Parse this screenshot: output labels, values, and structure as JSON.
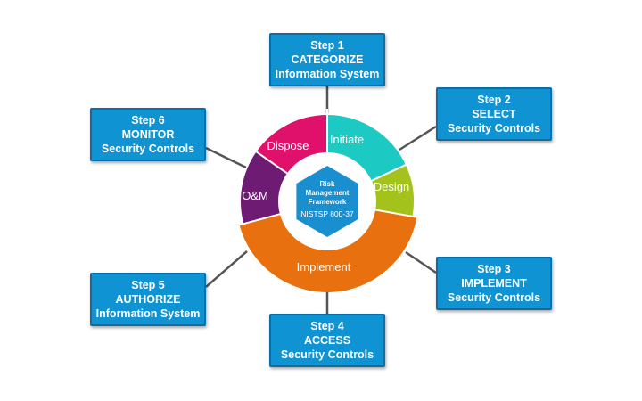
{
  "center": {
    "line1": "Risk",
    "line2": "Management",
    "line3": "Framework",
    "line4": "NISTSP 800-37"
  },
  "ring": [
    {
      "label": "Initiate",
      "color": "#1cc9c3"
    },
    {
      "label": "Design",
      "color": "#a3c21c"
    },
    {
      "label": "Implement",
      "color": "#e8700f"
    },
    {
      "label": "O&M",
      "color": "#6e1b73"
    },
    {
      "label": "Dispose",
      "color": "#e0116b"
    }
  ],
  "steps": [
    {
      "step": "Step 1",
      "action": "CATEGORIZE",
      "object": "Information System"
    },
    {
      "step": "Step 2",
      "action": "SELECT",
      "object": "Security Controls"
    },
    {
      "step": "Step 3",
      "action": "IMPLEMENT",
      "object": "Security Controls"
    },
    {
      "step": "Step 4",
      "action": "ACCESS",
      "object": "Security Controls"
    },
    {
      "step": "Step 5",
      "action": "AUTHORIZE",
      "object": "Information System"
    },
    {
      "step": "Step 6",
      "action": "MONITOR",
      "object": "Security Controls"
    }
  ],
  "colors": {
    "box": "#0f93d2",
    "box_border": "#0b6fa6",
    "hexagon": "#1a8fd0",
    "connector": "#555555"
  }
}
